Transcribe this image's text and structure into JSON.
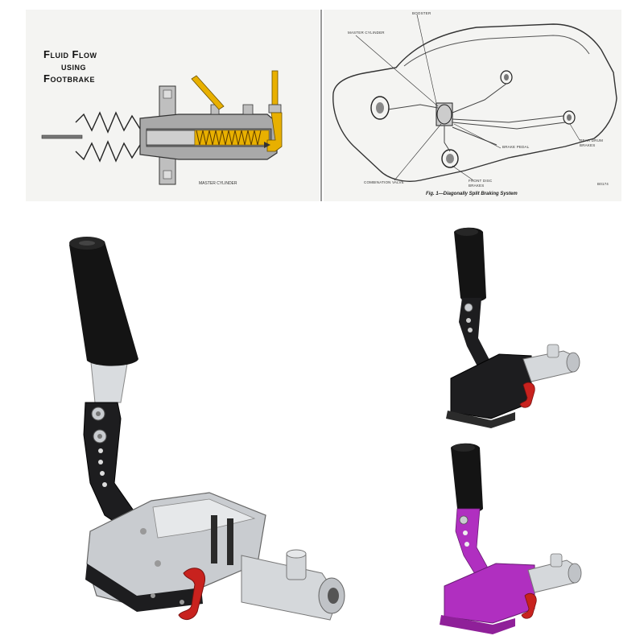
{
  "top_left": {
    "title_lines": [
      "Fluid Flow",
      "using",
      "Footbrake"
    ],
    "caption": "MASTER CYLINDER"
  },
  "top_right": {
    "labels": {
      "booster": "BOOSTER",
      "master_cylinder": "MASTER CYLINDER",
      "brake_pedal": "BRAKE PEDAL",
      "rear_drum": "REAR DRUM BRAKES",
      "front_disc": "FRONT DISC BRAKES",
      "combination_valve": "COMBINATION VALVE"
    },
    "caption": "Fig. 1—Diagonally Split Braking System",
    "figure_code": "B0174"
  },
  "colors": {
    "silver": "#c9ccd0",
    "black_anodized": "#1d1d1f",
    "purple_anodized": "#b02fc0",
    "red_hook": "#c8221e",
    "spring_yellow": "#e8b000",
    "grip_black": "#141414"
  },
  "products": [
    {
      "name": "large silver and black hydraulic handbrake"
    },
    {
      "name": "small black hydraulic handbrake"
    },
    {
      "name": "small purple hydraulic handbrake"
    }
  ]
}
